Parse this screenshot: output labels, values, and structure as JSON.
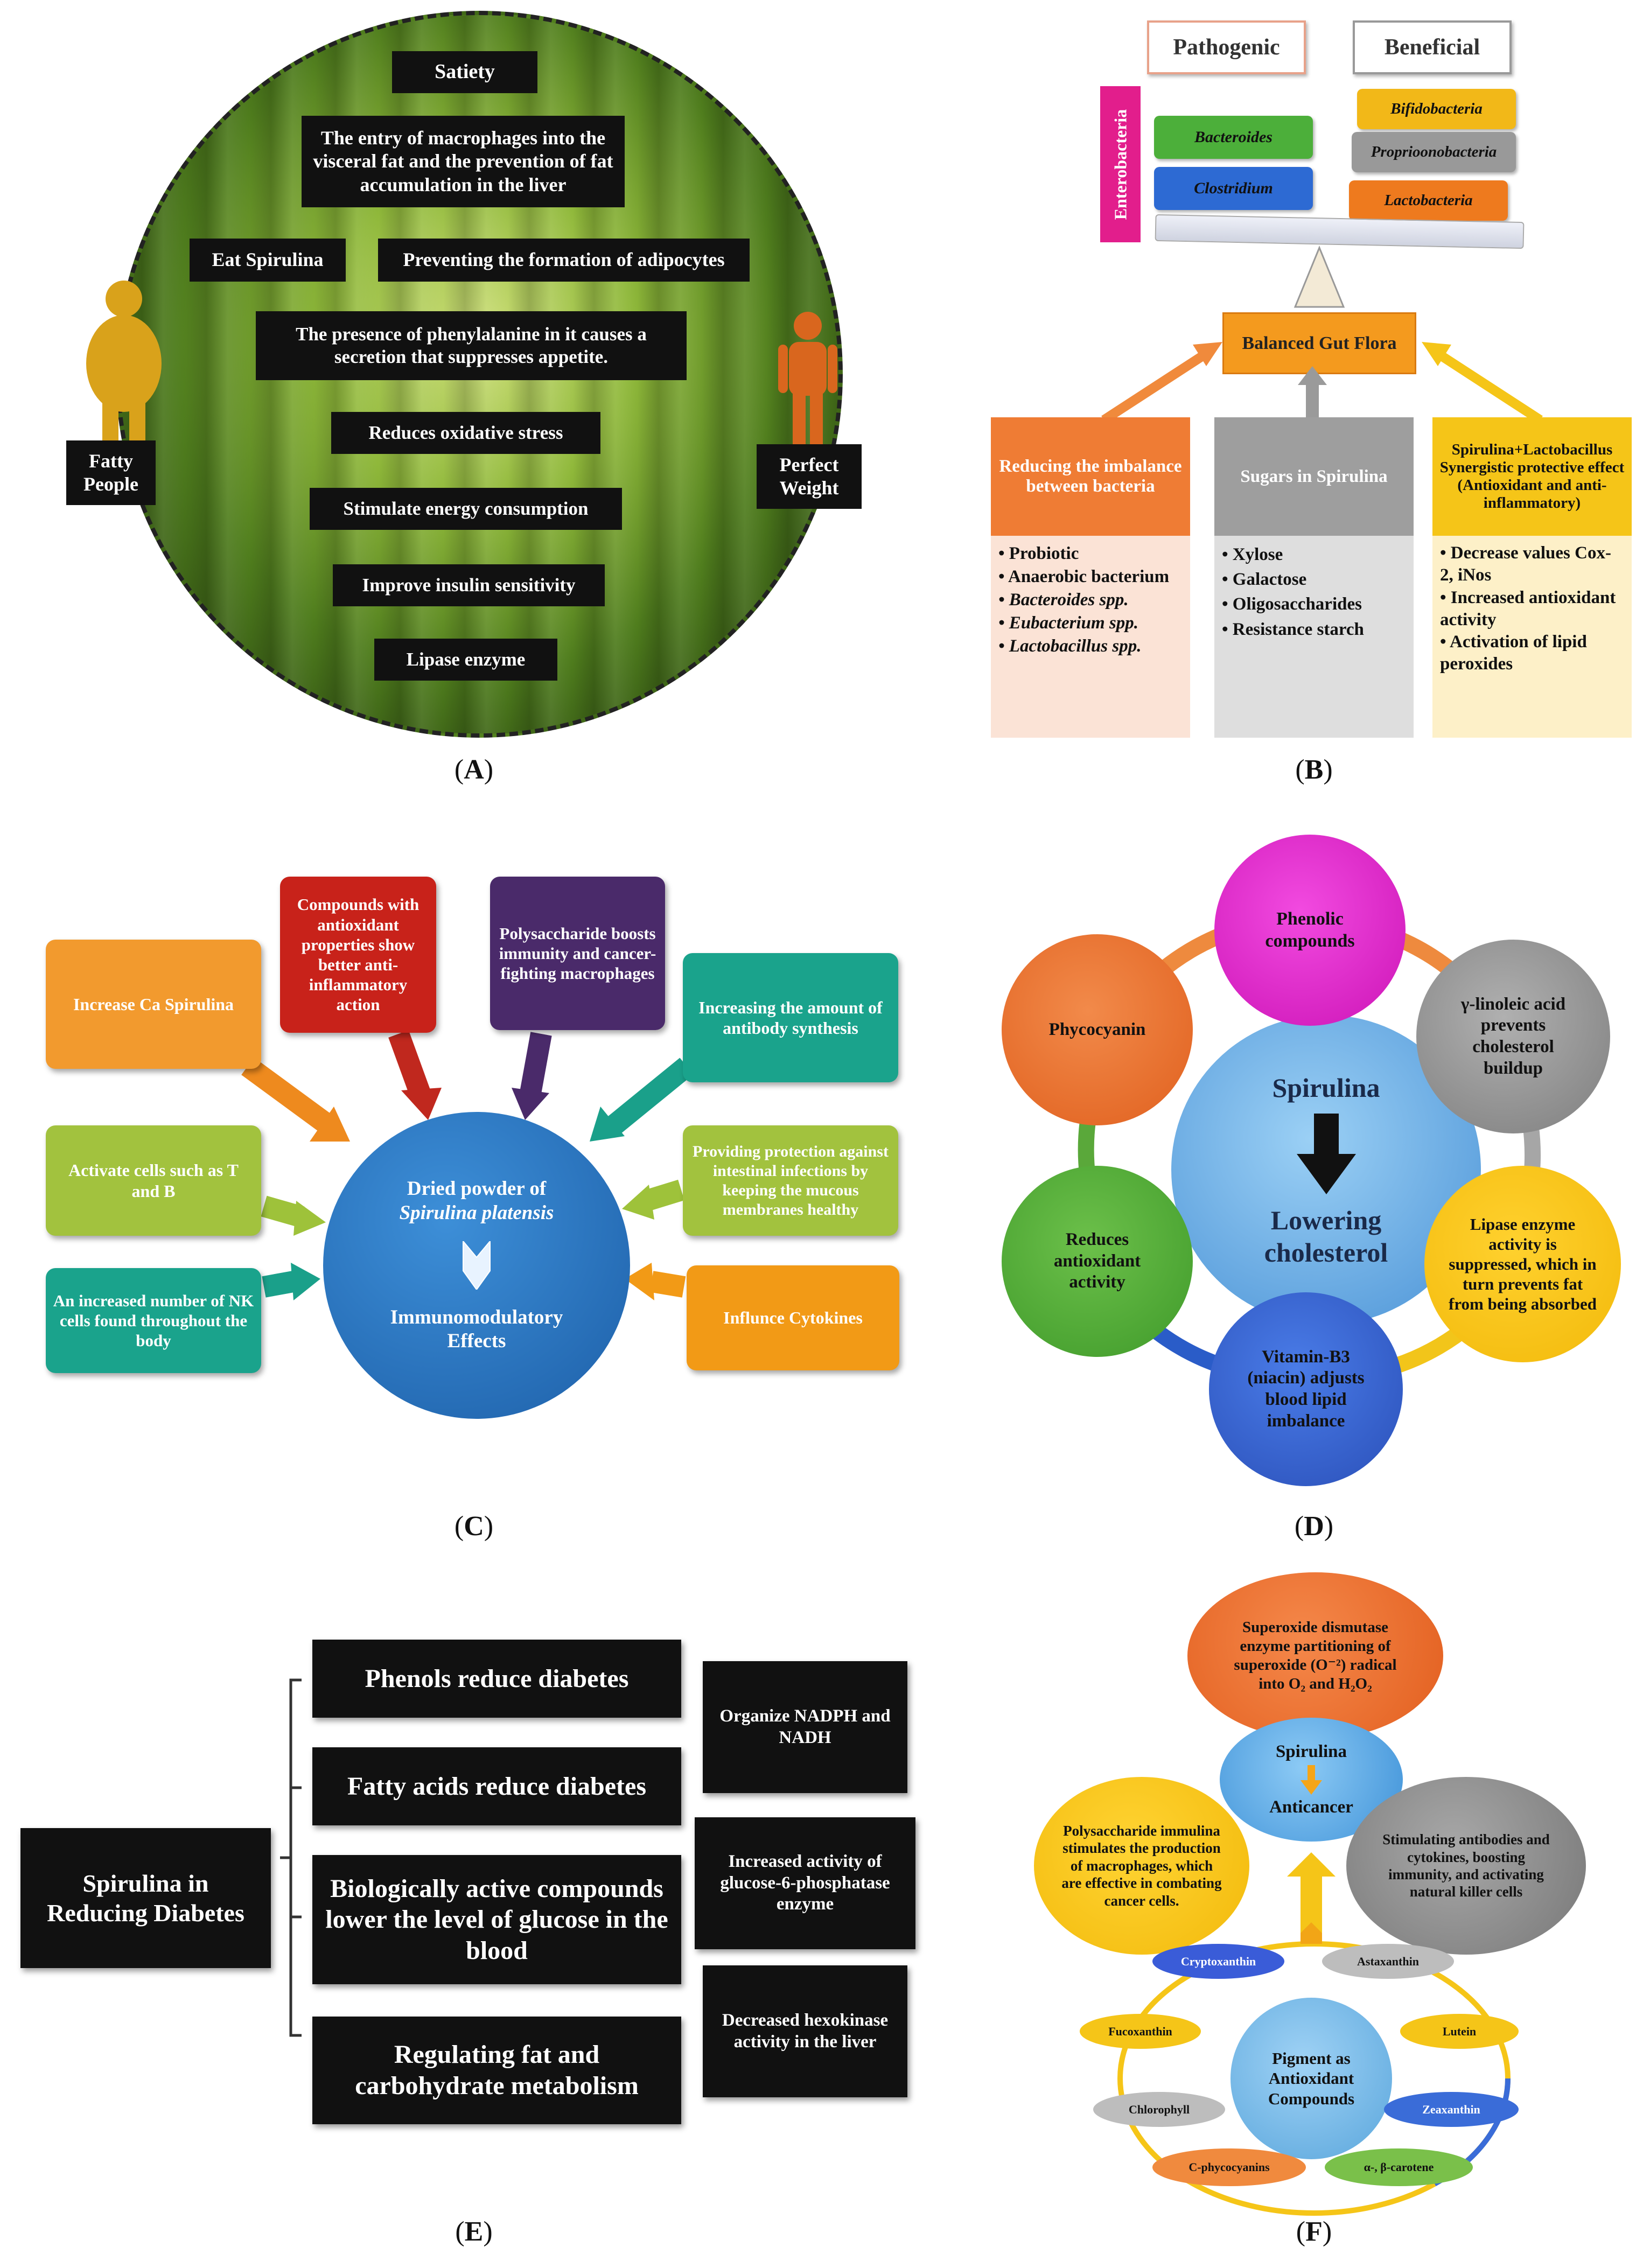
{
  "panelA": {
    "caption": "A",
    "items": [
      "Satiety",
      "The entry of macrophages into the visceral fat and the prevention of fat accumulation in the liver",
      "Eat Spirulina",
      "Preventing the formation of adipocytes",
      "The presence of phenylalanine in it causes a secretion that suppresses appetite.",
      "Reduces oxidative stress",
      "Stimulate energy consumption",
      "Improve insulin sensitivity",
      "Lipase enzyme"
    ],
    "left_label": "Fatty People",
    "right_label": "Perfect Weight",
    "colors": {
      "left_figure": "#d9a21b",
      "right_figure": "#d9661e",
      "bg": "#5c8a1e"
    }
  },
  "panelB": {
    "caption": "B",
    "pathogenic": "Pathogenic",
    "beneficial": "Beneficial",
    "enterobacteria": "Enterobacteria",
    "bacteroides": "Bacteroides",
    "clostridium": "Clostridium",
    "bifidobacteria": "Bifidobacteria",
    "proprioonobacteria": "Proprioonobacteria",
    "lactobacteria": "Lactobacteria",
    "balanced": "Balanced Gut Flora",
    "col1_title": "Reducing the imbalance between bacteria",
    "col1_items": [
      "• Probiotic",
      "• Anaerobic bacterium",
      "• Bacteroides spp.",
      "• Eubacterium spp.",
      "• Lactobacillus spp."
    ],
    "col2_title": "Sugars in Spirulina",
    "col2_items": [
      "• Xylose",
      "• Galactose",
      "• Oligosaccharides",
      "• Resistance starch"
    ],
    "col3_title": "Spirulina+Lactobacillus Synergistic protective effect (Antioxidant and anti-inflammatory)",
    "col3_items": [
      "• Decrease values Cox-2, iNos",
      "• Increased antioxidant activity",
      "• Activation of lipid peroxides"
    ]
  },
  "panelC": {
    "caption": "C",
    "center_top": "Dried powder of",
    "center_species": "Spirulina platensis",
    "center_bottom": "Immunomodulatory Effects",
    "boxes": {
      "ca": "Increase Ca Spirulina",
      "antiox": "Compounds with antioxidant properties show better anti-inflammatory action",
      "poly": "Polysaccharide boosts immunity and cancer-fighting macrophages",
      "antibody": "Increasing the amount of antibody synthesis",
      "tb": "Activate cells such as T and B",
      "protect": "Providing protection against intestinal infections by keeping the mucous membranes healthy",
      "nk": "An increased number of NK cells found throughout the body",
      "cytokines": "Influnce Cytokines"
    }
  },
  "panelD": {
    "caption": "D",
    "center_top": "Spirulina",
    "center_bottom": "Lowering cholesterol",
    "phenolic": "Phenolic compounds",
    "linoleic": "γ-linoleic acid prevents cholesterol buildup",
    "lipase": "Lipase enzyme activity is suppressed, which in turn prevents fat from being absorbed",
    "vitamin": "Vitamin-B3 (niacin) adjusts blood lipid imbalance",
    "reduces": "Reduces antioxidant activity",
    "phycocyanin": "Phycocyanin"
  },
  "panelE": {
    "caption": "E",
    "root": "Spirulina in Reducing Diabetes",
    "phenols": "Phenols reduce diabetes",
    "fatty": "Fatty acids reduce diabetes",
    "bio": "Biologically active compounds lower the level of glucose in the blood",
    "regulating": "Regulating fat and carbohydrate metabolism",
    "nadph": "Organize NADPH and NADH",
    "g6p": "Increased activity of glucose-6-phosphatase enzyme",
    "hexo": "Decreased hexokinase activity in the liver"
  },
  "panelF": {
    "caption": "F",
    "sod": "Superoxide dismutase enzyme partitioning of superoxide (O⁻²) radical into O₂ and H₂O₂",
    "spirulina": "Spirulina",
    "anticancer": "Anticancer",
    "poly": "Polysaccharide immulina stimulates the production of macrophages, which are effective in combating cancer cells.",
    "stim": "Stimulating antibodies and cytokines, boosting immunity, and activating natural killer cells",
    "pigment": "Pigment as Antioxidant Compounds",
    "pigments": [
      "Cryptoxanthin",
      "Astaxanthin",
      "Lutein",
      "Zeaxanthin",
      "α-, β-carotene",
      "C-phycocyanins",
      "Chlorophyll",
      "Fucoxanthin"
    ]
  }
}
